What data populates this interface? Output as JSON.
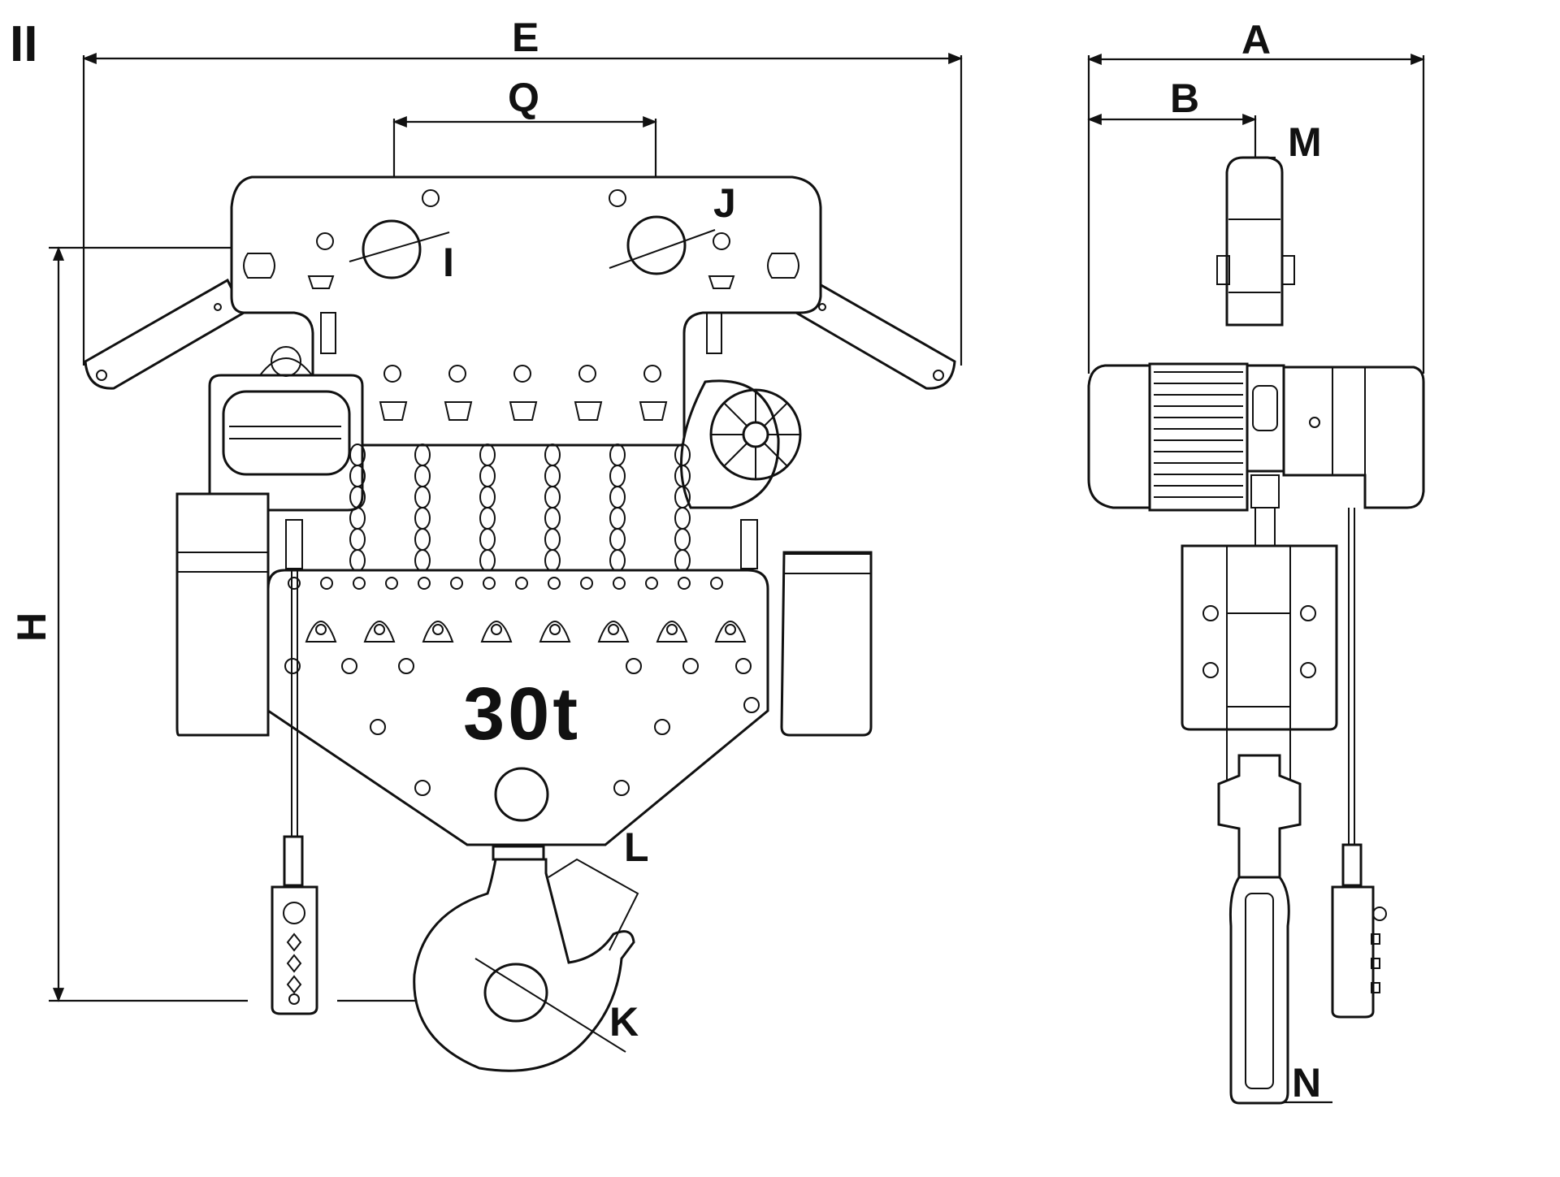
{
  "view_marker": "II",
  "dimension_labels": {
    "E": "E",
    "Q": "Q",
    "J": "J",
    "I": "I",
    "H": "H",
    "L": "L",
    "K": "K",
    "A": "A",
    "B": "B",
    "M": "M",
    "N": "N"
  },
  "capacity_label": "30t"
}
